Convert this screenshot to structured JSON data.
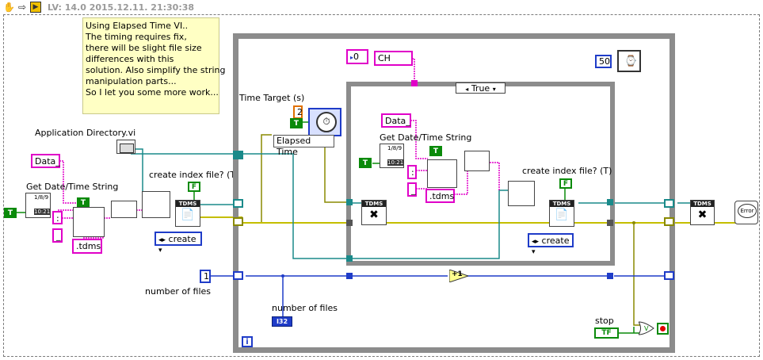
{
  "toolbar": {
    "version_text": "LV: 14.0 2015.12.11. 21:30:38",
    "icons": [
      "hand-icon",
      "arrow-right-icon",
      "vi-icon"
    ]
  },
  "note": {
    "lines": [
      "Using Elapsed Time VI..",
      "The timing requires fix,",
      "there will be slight file size",
      "differences with this",
      "solution. Also simplify the string",
      "manipulation parts...",
      "So I let you some more work..."
    ]
  },
  "labels": {
    "application_directory": "Application Directory.vi",
    "get_datetime_outer": "Get Date/Time String",
    "get_datetime_inner": "Get Date/Time String",
    "create_index_outer": "create index file? (T)",
    "create_index_inner": "create index file? (T)",
    "time_target": "Time Target (s)",
    "elapsed_time": "Elapsed Time",
    "number_of_files": "number of files",
    "number_of_files_indicator": "number of files",
    "stop": "stop"
  },
  "constants": {
    "data_outer": "Data_",
    "data_inner": "Data_",
    "colon_outer": ":",
    "underscore_outer": "_",
    "tdms_outer": ".tdms",
    "colon_inner": ":",
    "underscore_inner": "_",
    "tdms_inner": ".tdms",
    "ch_index": "0",
    "ch_name": "CH",
    "wait_ms": "50",
    "time_target_value": "2",
    "number_of_files_value": "1",
    "bool_t": "T",
    "bool_f": "F",
    "create_enum": "create",
    "case_selector": "True",
    "i32": "I32",
    "tf": "TF",
    "iteration": "i",
    "increment": "+1",
    "tdms": "TDMS",
    "error": "Error",
    "get_dt_top": "1/8/9",
    "get_dt_bottom": "10:21"
  },
  "colors": {
    "string_wire": "#e000c8",
    "numeric_wire": "#1f3cc8",
    "boolean_wire": "#0a8a0a",
    "path_wire": "#1a8a8a",
    "error_wire": "#8a8a00",
    "loop_border": "#8c8c8c",
    "note_bg": "#ffffc4"
  }
}
